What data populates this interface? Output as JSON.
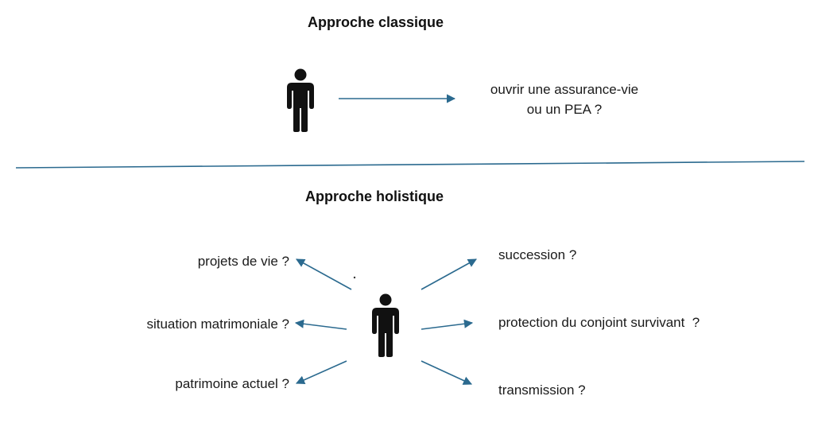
{
  "classic": {
    "title": "Approche classique",
    "question_line1": "ouvrir une assurance-vie",
    "question_line2": "ou un PEA ?"
  },
  "holistic": {
    "title": "Approche holistique",
    "left_items": [
      {
        "label": "projets de vie ?"
      },
      {
        "label": "situation matrimoniale ?"
      },
      {
        "label": "patrimoine actuel ?"
      }
    ],
    "right_items": [
      {
        "label": "succession ?"
      },
      {
        "label": "protection du conjoint survivant  ?"
      },
      {
        "label": "transmission ?"
      }
    ]
  },
  "colors": {
    "arrow": "#2b6a8f",
    "divider": "#2b6a8f",
    "person": "#111111"
  },
  "icons": {
    "person": "person-icon",
    "arrow": "arrow-icon"
  }
}
